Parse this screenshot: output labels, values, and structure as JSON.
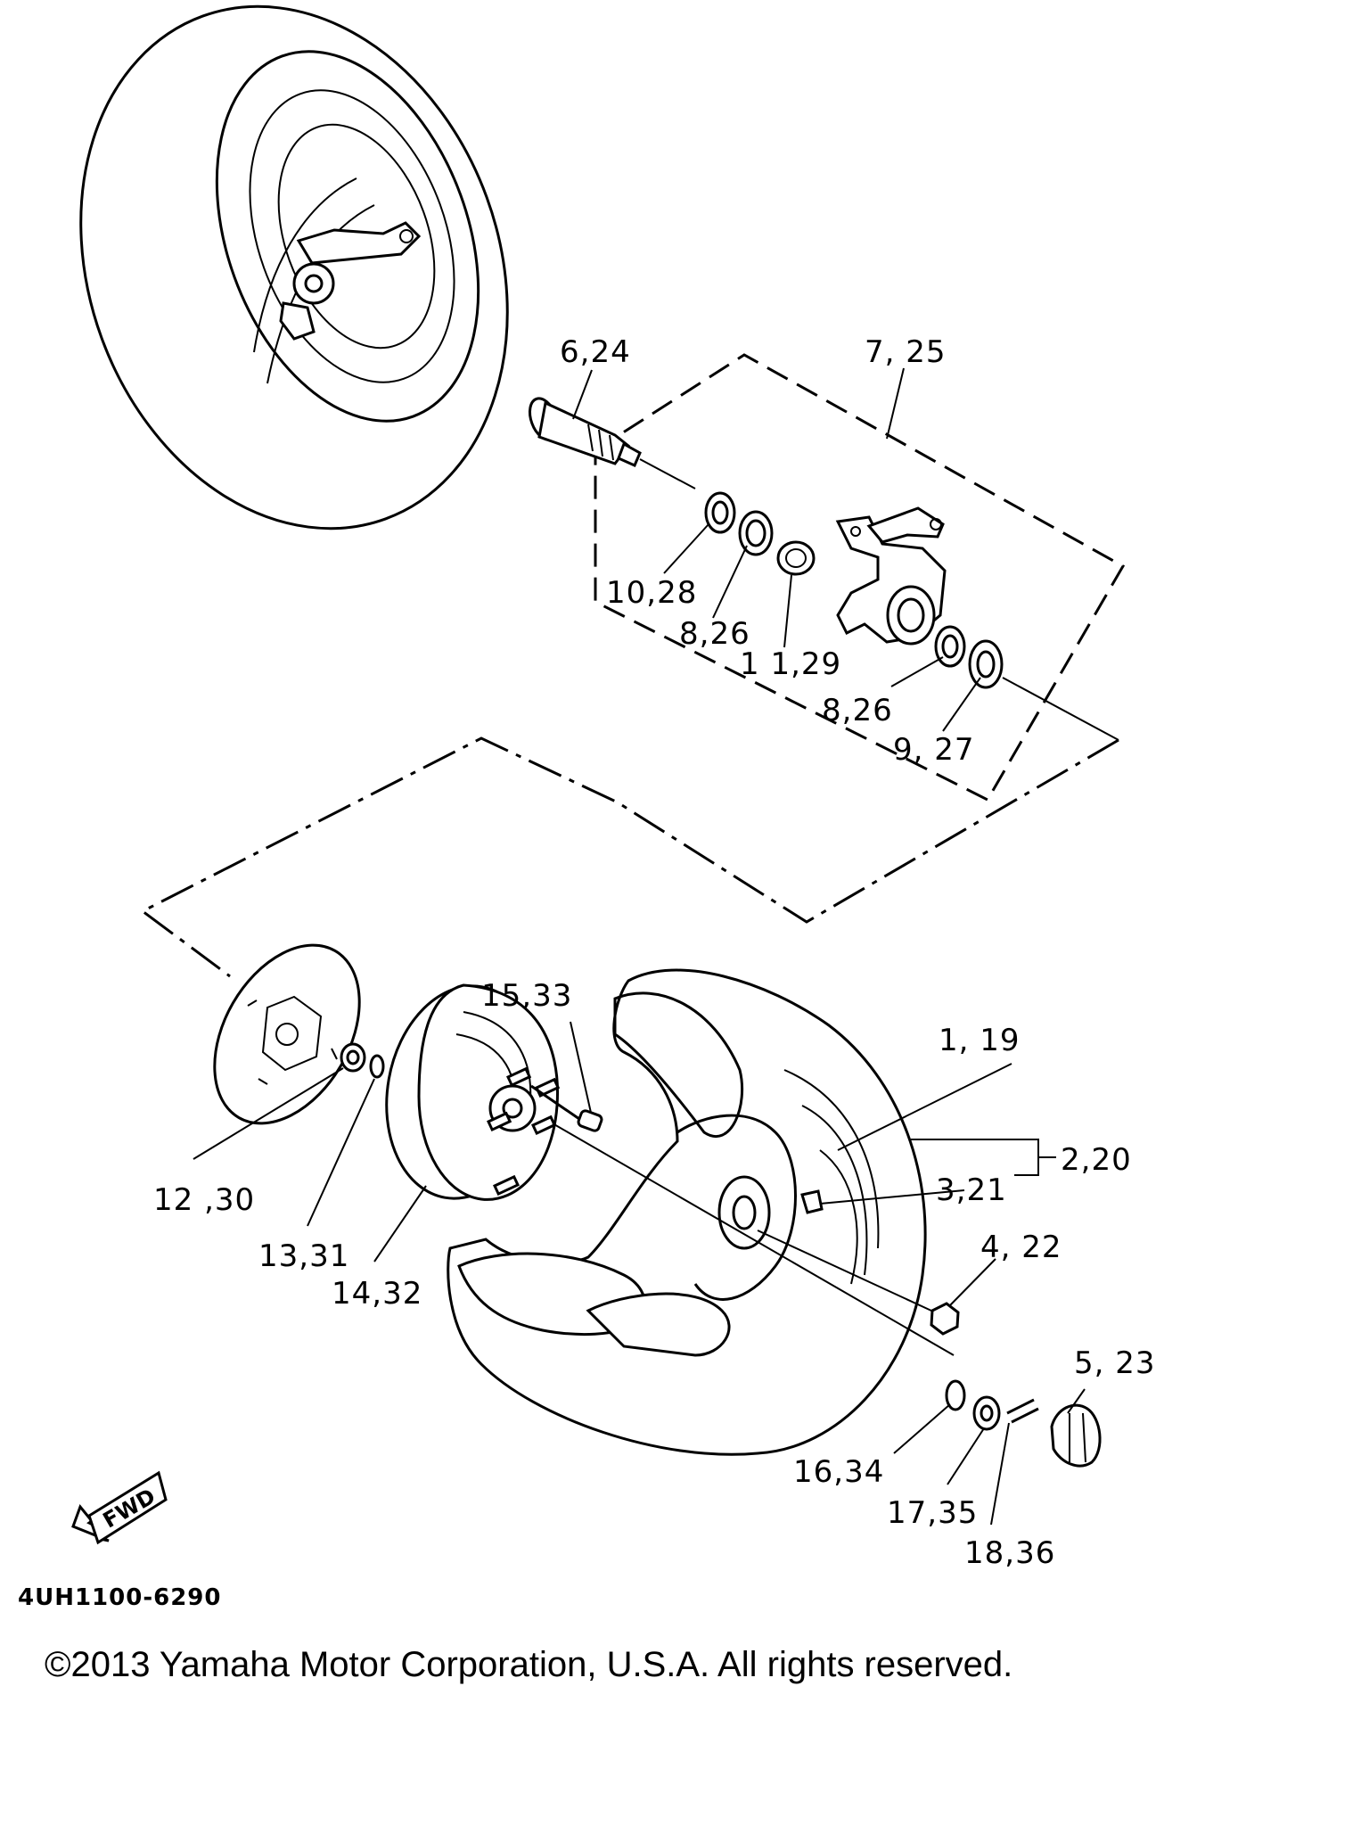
{
  "callouts": [
    {
      "id": "c-6-24",
      "text": "6,24"
    },
    {
      "id": "c-7-25",
      "text": "7, 25"
    },
    {
      "id": "c-10-28",
      "text": "10,28"
    },
    {
      "id": "c-8-26a",
      "text": "8,26"
    },
    {
      "id": "c-11-29",
      "text": "1 1,29"
    },
    {
      "id": "c-8-26b",
      "text": "8,26"
    },
    {
      "id": "c-9-27",
      "text": "9, 27"
    },
    {
      "id": "c-15-33",
      "text": "15,33"
    },
    {
      "id": "c-1-19",
      "text": "1, 19"
    },
    {
      "id": "c-2-20",
      "text": "2,20"
    },
    {
      "id": "c-3-21",
      "text": "3,21"
    },
    {
      "id": "c-4-22",
      "text": "4, 22"
    },
    {
      "id": "c-12-30",
      "text": "12 ,30"
    },
    {
      "id": "c-13-31",
      "text": "13,31"
    },
    {
      "id": "c-14-32",
      "text": "14,32"
    },
    {
      "id": "c-5-23",
      "text": "5, 23"
    },
    {
      "id": "c-16-34",
      "text": "16,34"
    },
    {
      "id": "c-17-35",
      "text": "17,35"
    },
    {
      "id": "c-18-36",
      "text": "18,36"
    }
  ],
  "fwd_label": "FWD",
  "drawing_code": "4UH1100-6290",
  "copyright": "©2013 Yamaha Motor Corporation, U.S.A. All rights reserved."
}
